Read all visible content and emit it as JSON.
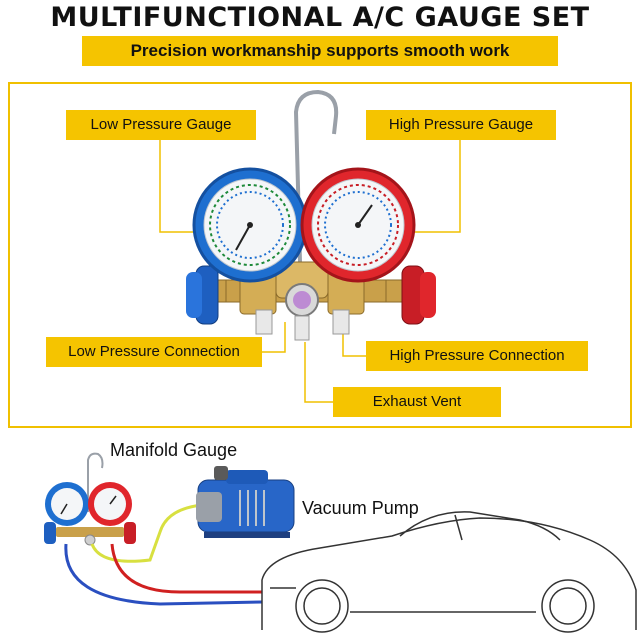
{
  "header": {
    "title": "MULTIFUNCTIONAL A/C GAUGE SET",
    "subtitle": "Precision workmanship supports smooth work"
  },
  "callouts": {
    "low_pressure_gauge": "Low Pressure Gauge",
    "high_pressure_gauge": "High Pressure Gauge",
    "low_pressure_connection": "Low Pressure Connection",
    "high_pressure_connection": "High Pressure Connection",
    "exhaust_vent": "Exhaust Vent"
  },
  "diagram": {
    "manifold_gauge": "Manifold Gauge",
    "vacuum_pump": "Vacuum Pump"
  },
  "colors": {
    "accent_yellow": "#f5c400",
    "low_side_blue": "#1e6fd0",
    "high_side_red": "#e0262c",
    "brass": "#c9a04a"
  }
}
